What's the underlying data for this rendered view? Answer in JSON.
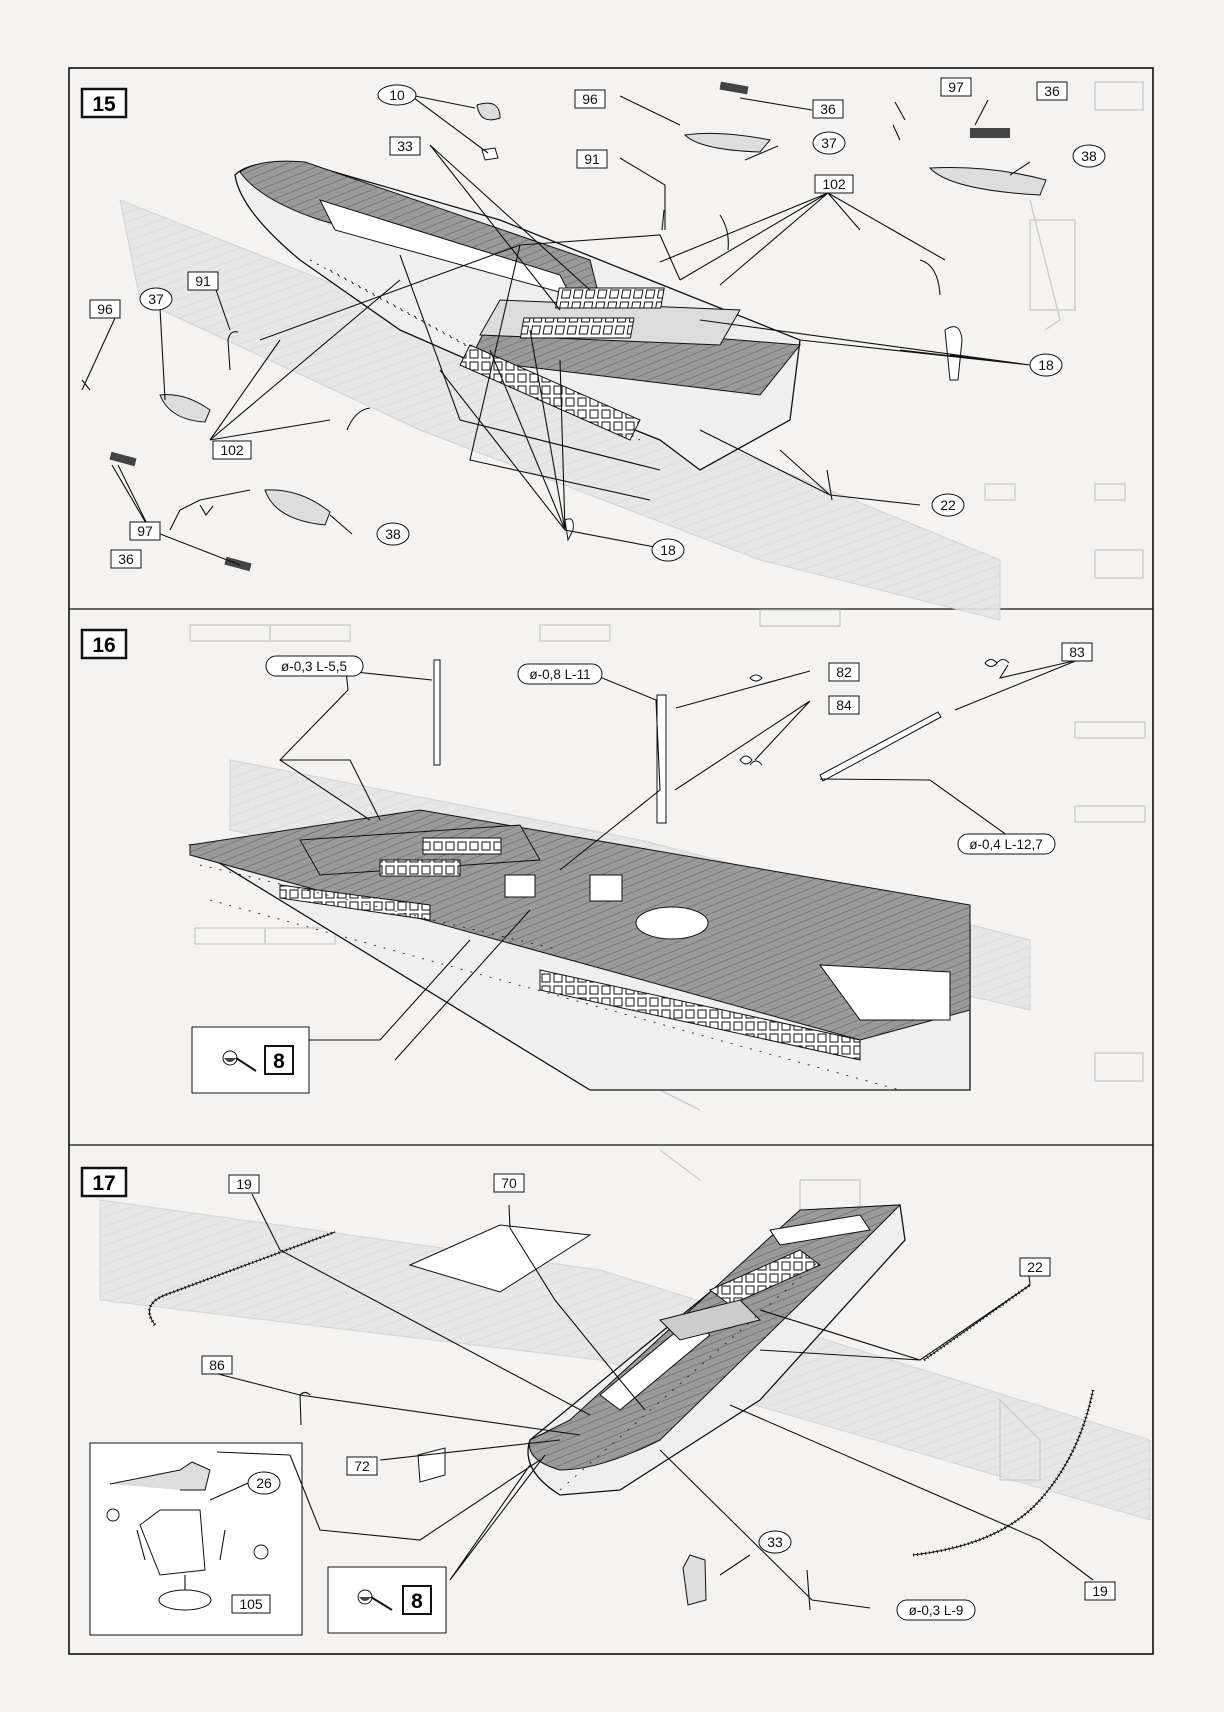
{
  "steps": [
    {
      "number": "15",
      "part_labels": {
        "p10": "10",
        "p33": "33",
        "p96a": "96",
        "p36a": "36",
        "p37a": "37",
        "p91a": "91",
        "p97a": "97",
        "p36b": "36",
        "p38a": "38",
        "p102a": "102",
        "p18a": "18",
        "p91b": "91",
        "p96b": "96",
        "p37b": "37",
        "p102b": "102",
        "p97b": "97",
        "p38b": "38",
        "p22": "22",
        "p36c": "36",
        "p18b": "18"
      }
    },
    {
      "number": "16",
      "part_labels": {
        "d1": "ø-0,3 L-5,5",
        "d2": "ø-0,8 L-11",
        "p82": "82",
        "p84": "84",
        "p83": "83",
        "d3": "ø-0,4 L-12,7",
        "ref": "8"
      }
    },
    {
      "number": "17",
      "part_labels": {
        "p19a": "19",
        "p70": "70",
        "p22": "22",
        "p86": "86",
        "p26": "26",
        "p72": "72",
        "p105": "105",
        "ref": "8",
        "p33": "33",
        "d1": "ø-0,3 L-9",
        "p19b": "19"
      }
    }
  ],
  "icons": [
    "drill-tool-icon"
  ]
}
